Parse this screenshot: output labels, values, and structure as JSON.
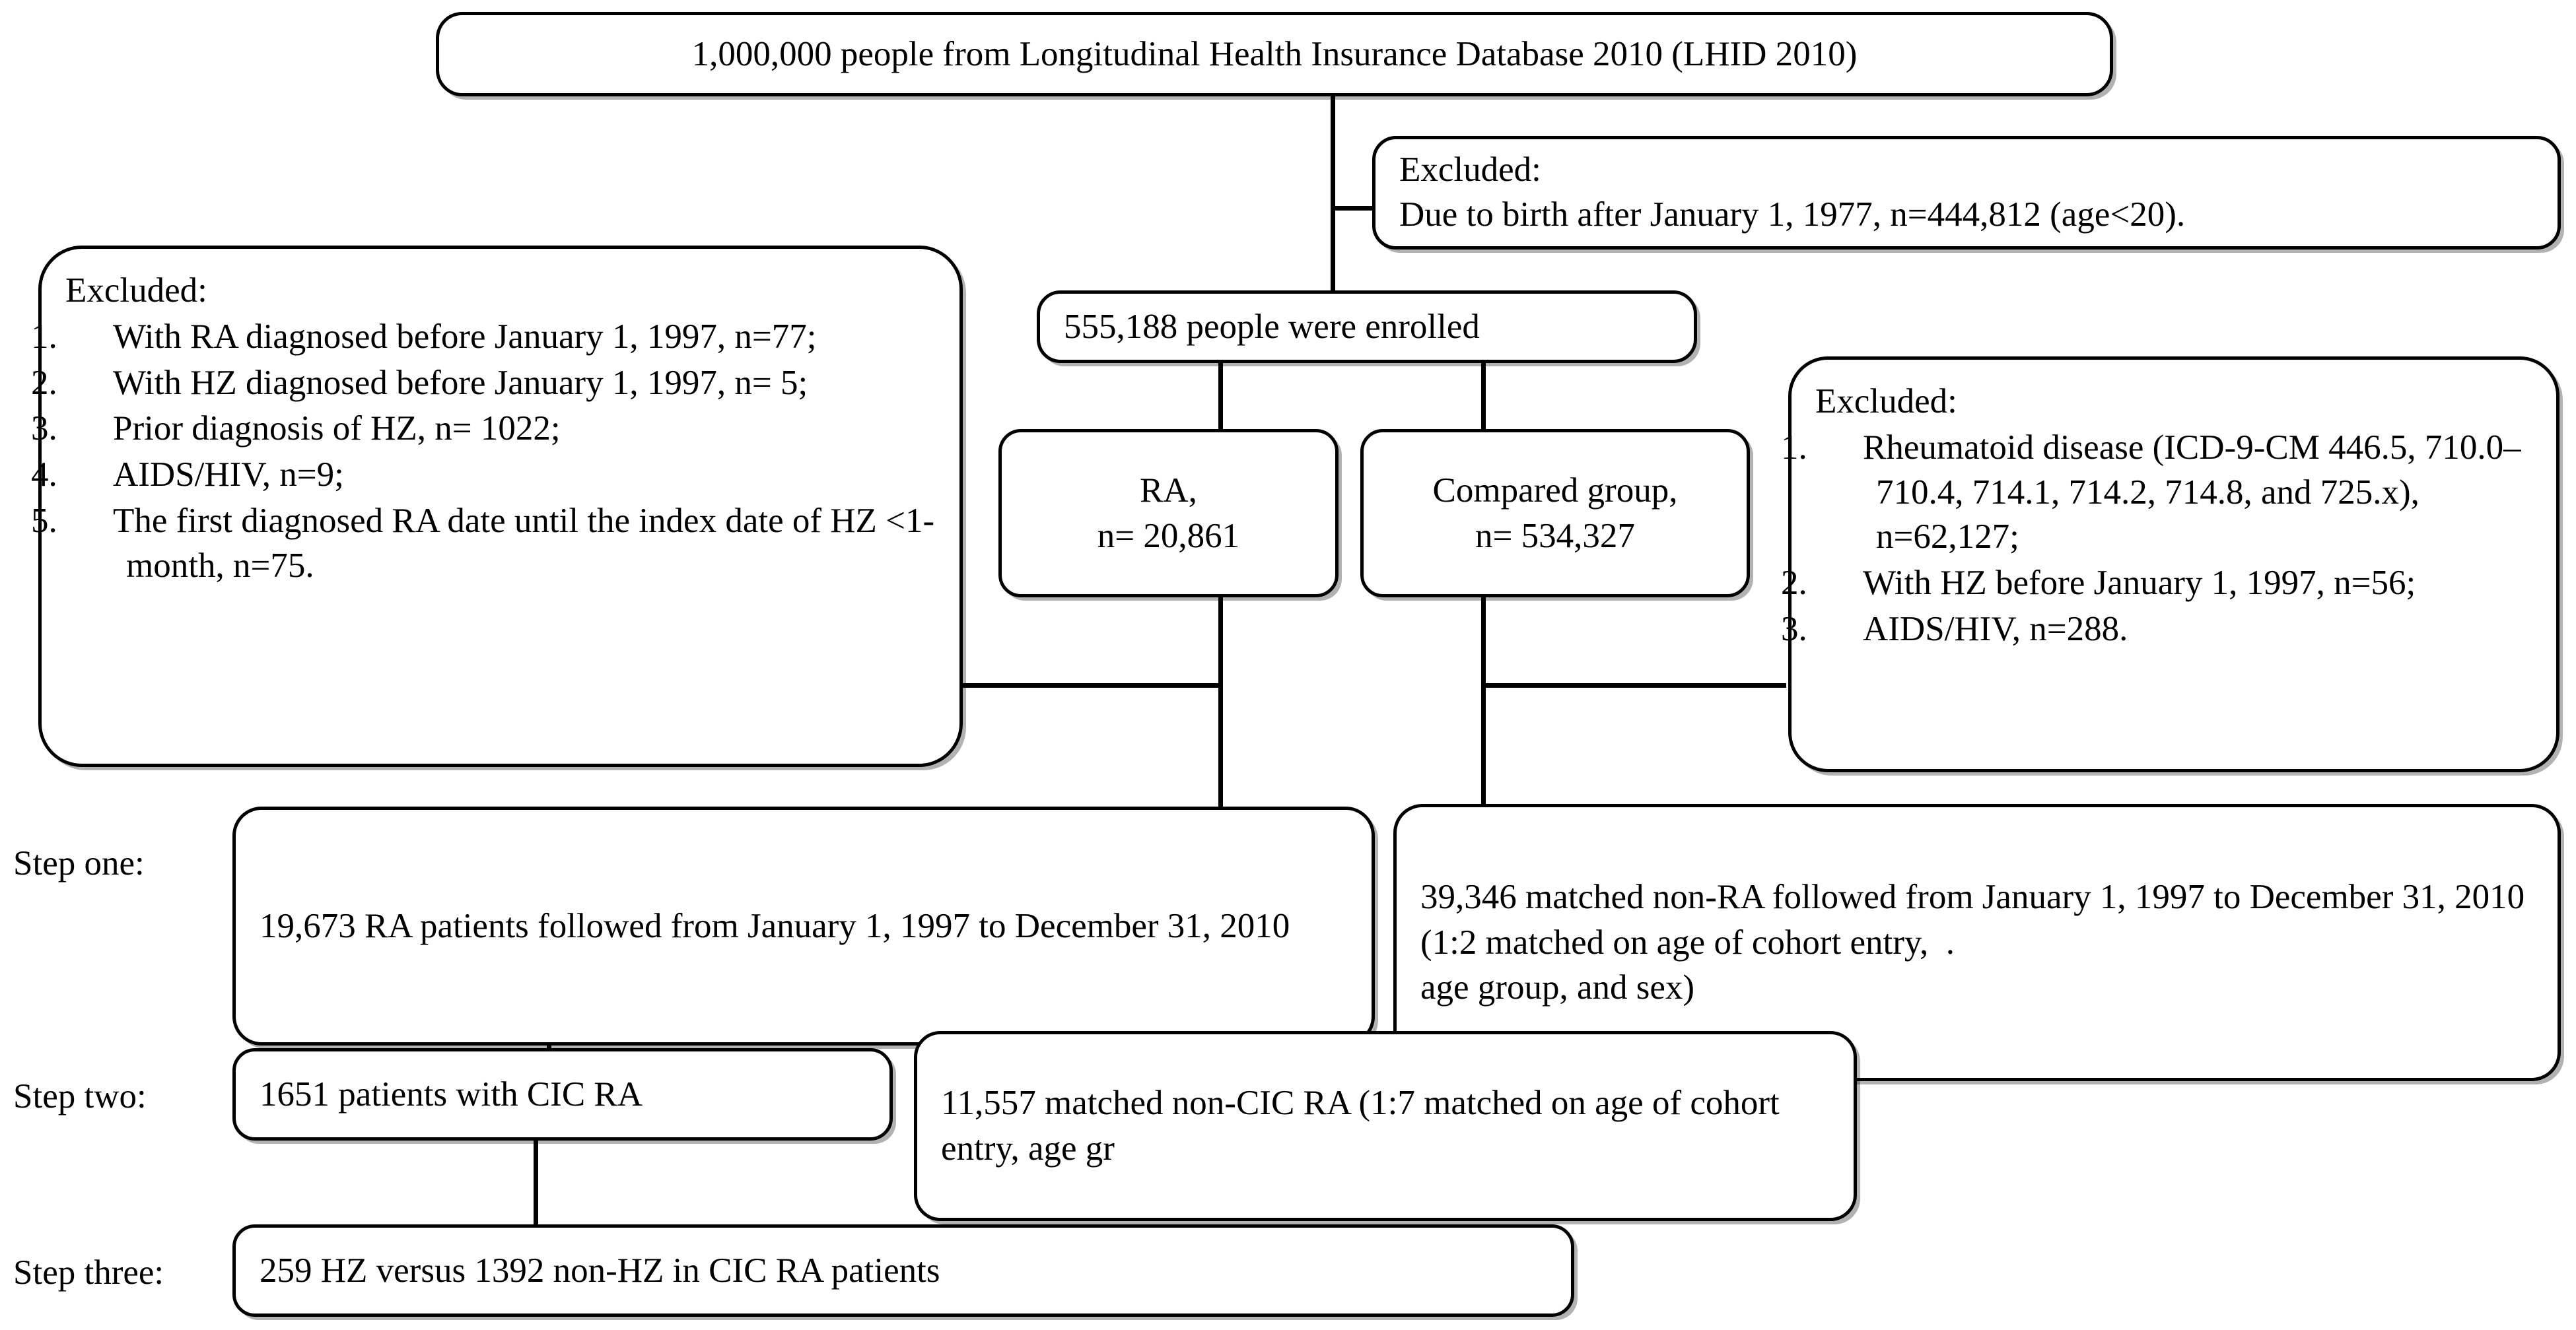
{
  "figure": {
    "type": "flowchart",
    "title": "Study cohort selection flowchart"
  },
  "boxes": {
    "source": {
      "text": "1,000,000 people from Longitudinal Health Insurance Database 2010 (LHID 2010)"
    },
    "excluded_age": {
      "head": "Excluded:",
      "line": "Due to birth after January 1, 1977, n=444,812 (age<20)."
    },
    "enrolled": {
      "text": "555,188 people were enrolled"
    },
    "ra_group": {
      "line1": "RA,",
      "line2": "n= 20,861"
    },
    "compared_group": {
      "line1": "Compared group,",
      "line2": "n= 534,327"
    },
    "excluded_left": {
      "head": "Excluded:",
      "items": [
        {
          "num": "1.",
          "text": "With RA diagnosed before January 1, 1997, n=77;"
        },
        {
          "num": "2.",
          "text": "With HZ diagnosed before January 1, 1997, n= 5;"
        },
        {
          "num": "3.",
          "text": "Prior diagnosis of HZ, n= 1022;"
        },
        {
          "num": "4.",
          "text": "AIDS/HIV, n=9;"
        },
        {
          "num": "5.",
          "text": "The first diagnosed RA date until the index date of HZ <1-month, n=75."
        }
      ]
    },
    "excluded_right": {
      "head": "Excluded:",
      "items": [
        {
          "num": "1.",
          "text": "Rheumatoid disease (ICD-9-CM 446.5, 710.0–710.4, 714.1, 714.2, 714.8, and 725.x), n=62,127;"
        },
        {
          "num": "2.",
          "text": "With HZ before January 1, 1997, n=56;"
        },
        {
          "num": "3.",
          "text": "AIDS/HIV, n=288."
        }
      ]
    },
    "step_one_left": {
      "text": "19,673 RA patients followed from January 1, 1997 to December 31, 2010"
    },
    "step_one_right": {
      "text": "39,346 matched non-RA followed from January 1, 1997 to December 31, 2010 (1:2 matched on age of cohort entry,  .\nage group, and sex)"
    },
    "step_two_left": {
      "text": "1651 patients with CIC RA"
    },
    "step_two_right": {
      "text": "11,557 matched non-CIC RA (1:7 matched on age of cohort entry, age gr"
    },
    "step_three": {
      "text": "259 HZ versus 1392 non-HZ in CIC RA patients"
    }
  },
  "step_labels": {
    "one": "Step one:",
    "two": "Step two:",
    "three": "Step three:"
  },
  "colors": {
    "line": "#000000",
    "box_fill": "#ffffff",
    "text": "#000000"
  }
}
